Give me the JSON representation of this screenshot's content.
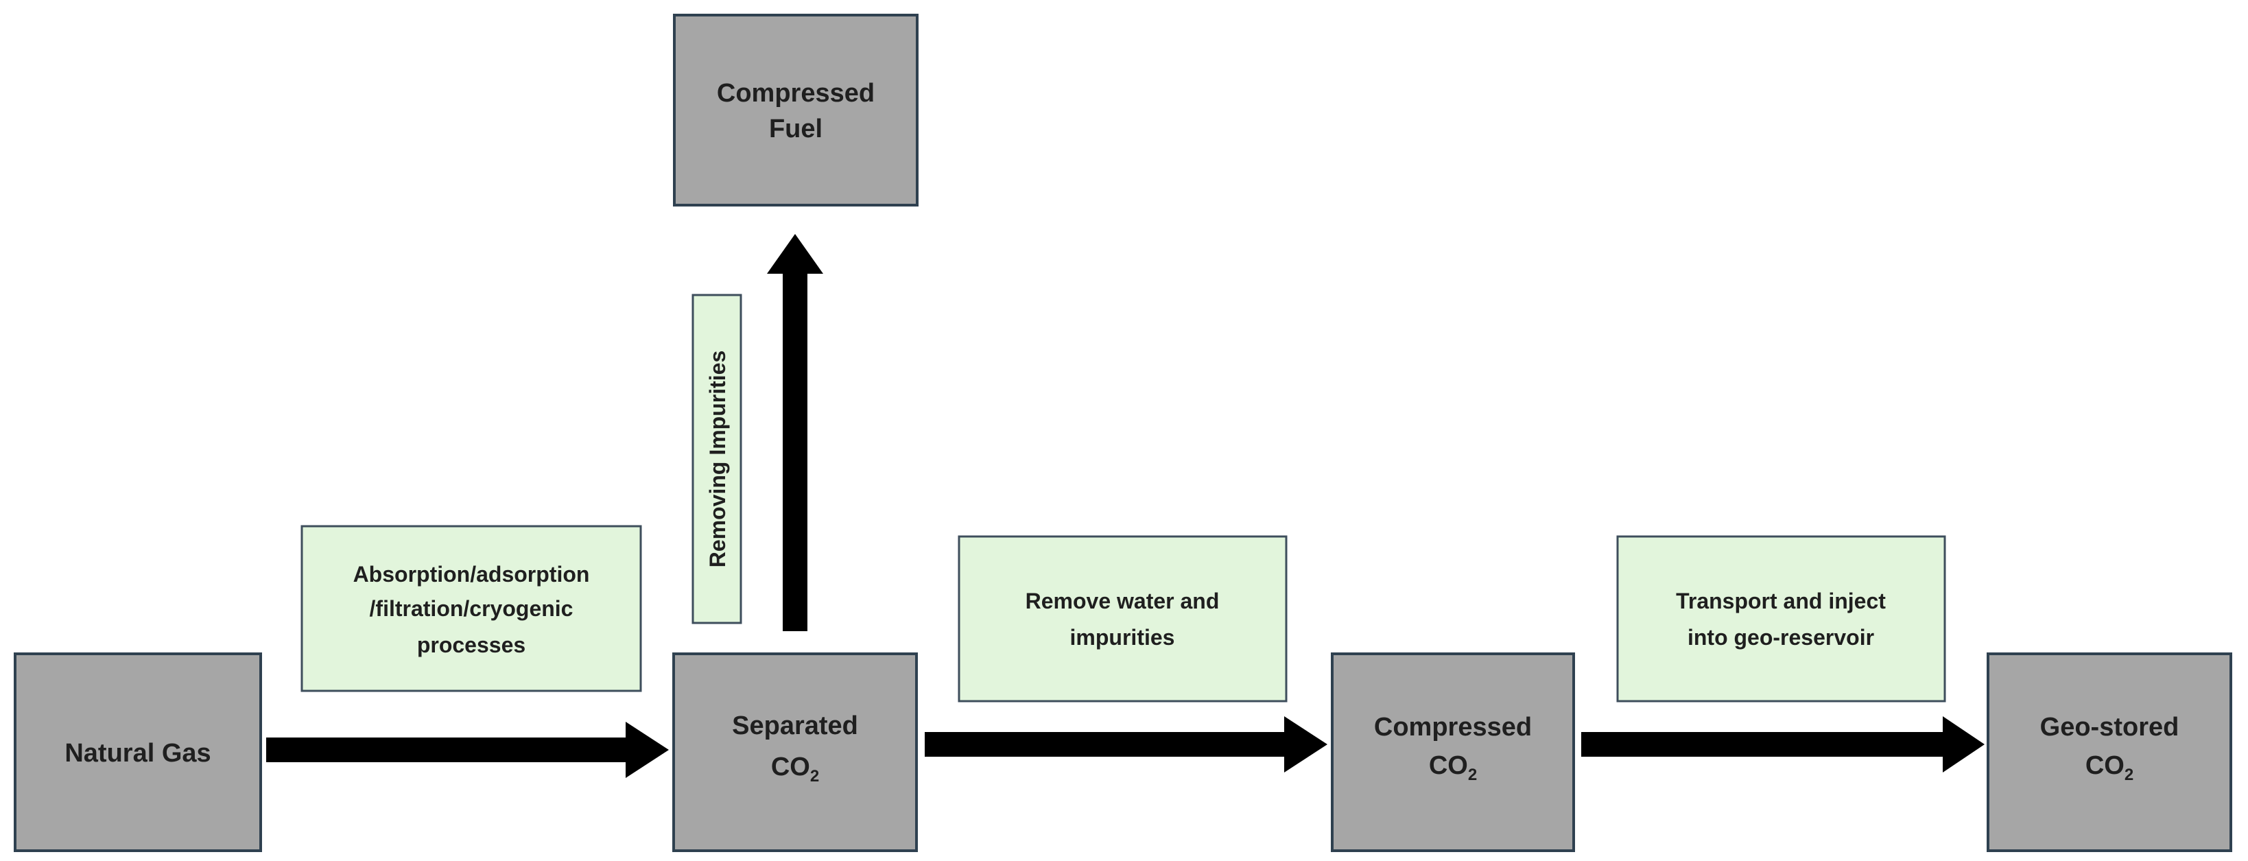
{
  "nodes": {
    "natural_gas": {
      "line1": "Natural Gas"
    },
    "separated_co2": {
      "line1": "Separated",
      "line2_main": "CO",
      "line2_sub": "2"
    },
    "compressed_fuel": {
      "line1": "Compressed",
      "line2": "Fuel"
    },
    "compressed_co2": {
      "line1": "Compressed",
      "line2_main": "CO",
      "line2_sub": "2"
    },
    "geo_stored_co2": {
      "line1": "Geo-stored",
      "line2_main": "CO",
      "line2_sub": "2"
    }
  },
  "process_labels": {
    "separation": {
      "line1": "Absorption/adsorption",
      "line2": "/filtration/cryogenic",
      "line3": "processes"
    },
    "impurities": {
      "text": "Removing Impurities"
    },
    "dehydration": {
      "line1": "Remove water and",
      "line2": "impurities"
    },
    "transport": {
      "line1": "Transport and inject",
      "line2": "into geo-reservoir"
    }
  },
  "colors": {
    "node_fill": "#a6a6a6",
    "node_stroke": "#2f4150",
    "label_fill": "#e2f5dc",
    "label_stroke": "#3e4e5c",
    "arrow": "#000000"
  }
}
